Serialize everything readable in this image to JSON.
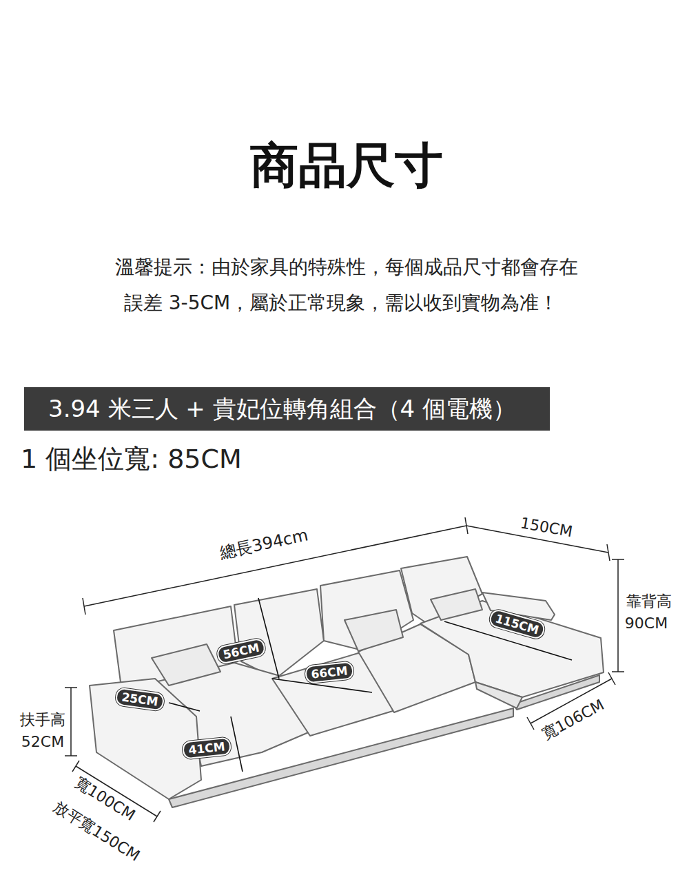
{
  "diagram": {
    "title": "商品尺寸",
    "nodes": [
      {
        "text": [
          "3.94 米三人 + 貴妃位轉角組合（4 個電機）"
        ]
      },
      {
        "text": [
          "56CM"
        ]
      },
      {
        "text": [
          "66CM"
        ]
      },
      {
        "text": [
          "115CM"
        ]
      },
      {
        "text": [
          "25CM"
        ]
      },
      {
        "text": [
          "41CM"
        ]
      }
    ],
    "labels": [
      "溫馨提示：由於家具的特殊性，每個成品尺寸都會存在",
      "誤差 3-5CM，屬於正常現象，需以收到實物為准！",
      "1 個坐位寬: 85CM",
      "總長394cm",
      "150CM",
      "靠背高",
      "90CM",
      "扶手高",
      "52CM",
      "寬106CM",
      "寬100CM",
      "放平寬150CM"
    ]
  }
}
